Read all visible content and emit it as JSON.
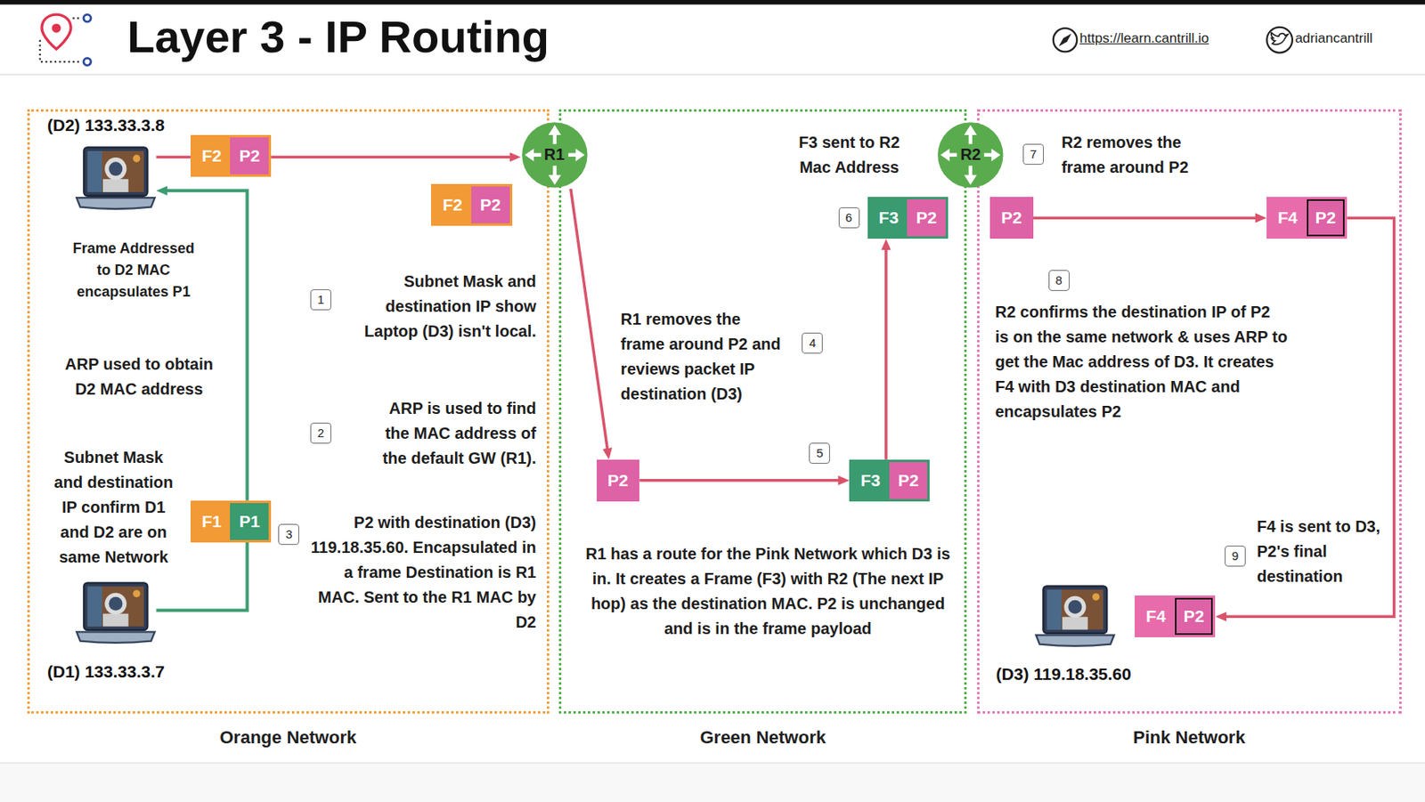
{
  "diagram": {
    "title": "Layer 3 - IP Routing",
    "nodes": [
      {
        "text": [
          "Orange Network"
        ]
      },
      {
        "text": [
          "(D2) 133.33.3.8"
        ],
        "in": 0
      },
      {
        "text": [
          "F2",
          "P2"
        ],
        "in": 0
      },
      {
        "text": [
          "F2",
          "P2"
        ],
        "in": 0
      },
      {
        "text": [
          "F1",
          "P1"
        ],
        "in": 0
      },
      {
        "text": [
          "(D1) 133.33.3.7"
        ],
        "in": 0
      },
      {
        "text": [
          "R1"
        ]
      },
      {
        "text": [
          "Green Network"
        ]
      },
      {
        "text": [
          "P2"
        ],
        "in": 7
      },
      {
        "text": [
          "F3",
          "P2"
        ],
        "in": 7
      },
      {
        "text": [
          "F3",
          "P2"
        ],
        "in": 7
      },
      {
        "text": [
          "R2"
        ]
      },
      {
        "text": [
          "Pink Network"
        ]
      },
      {
        "text": [
          "P2"
        ],
        "in": 12
      },
      {
        "text": [
          "F4",
          "P2"
        ],
        "in": 12
      },
      {
        "text": [
          "F4",
          "P2"
        ],
        "in": 12
      },
      {
        "text": [
          "(D3) 119.18.35.60"
        ],
        "in": 12
      }
    ],
    "edges": [
      {
        "from": 1,
        "to": 2,
        "arrow": "none"
      },
      {
        "from": 2,
        "to": 6,
        "arrow": "to"
      },
      {
        "from": 6,
        "to": 8,
        "arrow": "to"
      },
      {
        "from": 8,
        "to": 9,
        "arrow": "to"
      },
      {
        "from": 9,
        "to": 10,
        "arrow": "to"
      },
      {
        "from": 13,
        "to": 14,
        "arrow": "to"
      },
      {
        "from": 14,
        "to": 15,
        "arrow": "to"
      },
      {
        "from": 5,
        "to": 4,
        "arrow": "none"
      },
      {
        "from": 4,
        "to": 1,
        "arrow": "to"
      }
    ],
    "labels": [
      "https://learn.cantrill.io",
      "adriancantrill",
      "Frame Addressed to D2 MAC encapsulates P1",
      "ARP used to obtain D2 MAC address",
      "Subnet Mask and destination IP confirm D1 and D2 are on same Network",
      "1",
      "Subnet Mask and destination IP show Laptop (D3) isn't local.",
      "2",
      "ARP is used to find the MAC address of the default GW (R1).",
      "3",
      "P2 with destination (D3) 119.18.35.60. Encapsulated in a frame Destination is R1 MAC. Sent to the R1 MAC by D2",
      "F3 sent to R2 Mac Address",
      "6",
      "R1 removes the frame around P2 and reviews packet IP destination (D3)",
      "4",
      "5",
      "R1 has a route for the Pink Network which D3 is in. It creates a Frame (F3) with R2 (The next IP hop) as the destination MAC. P2 is unchanged and is in the frame payload",
      "7",
      "R2 removes the frame around P2",
      "8",
      "R2 confirms the destination IP of P2 is on the same network & uses ARP to get the Mac address of D3. It creates F4 with D3 destination MAC and encapsulates P2",
      "9",
      "F4 is sent to D3, P2's final destination"
    ]
  }
}
